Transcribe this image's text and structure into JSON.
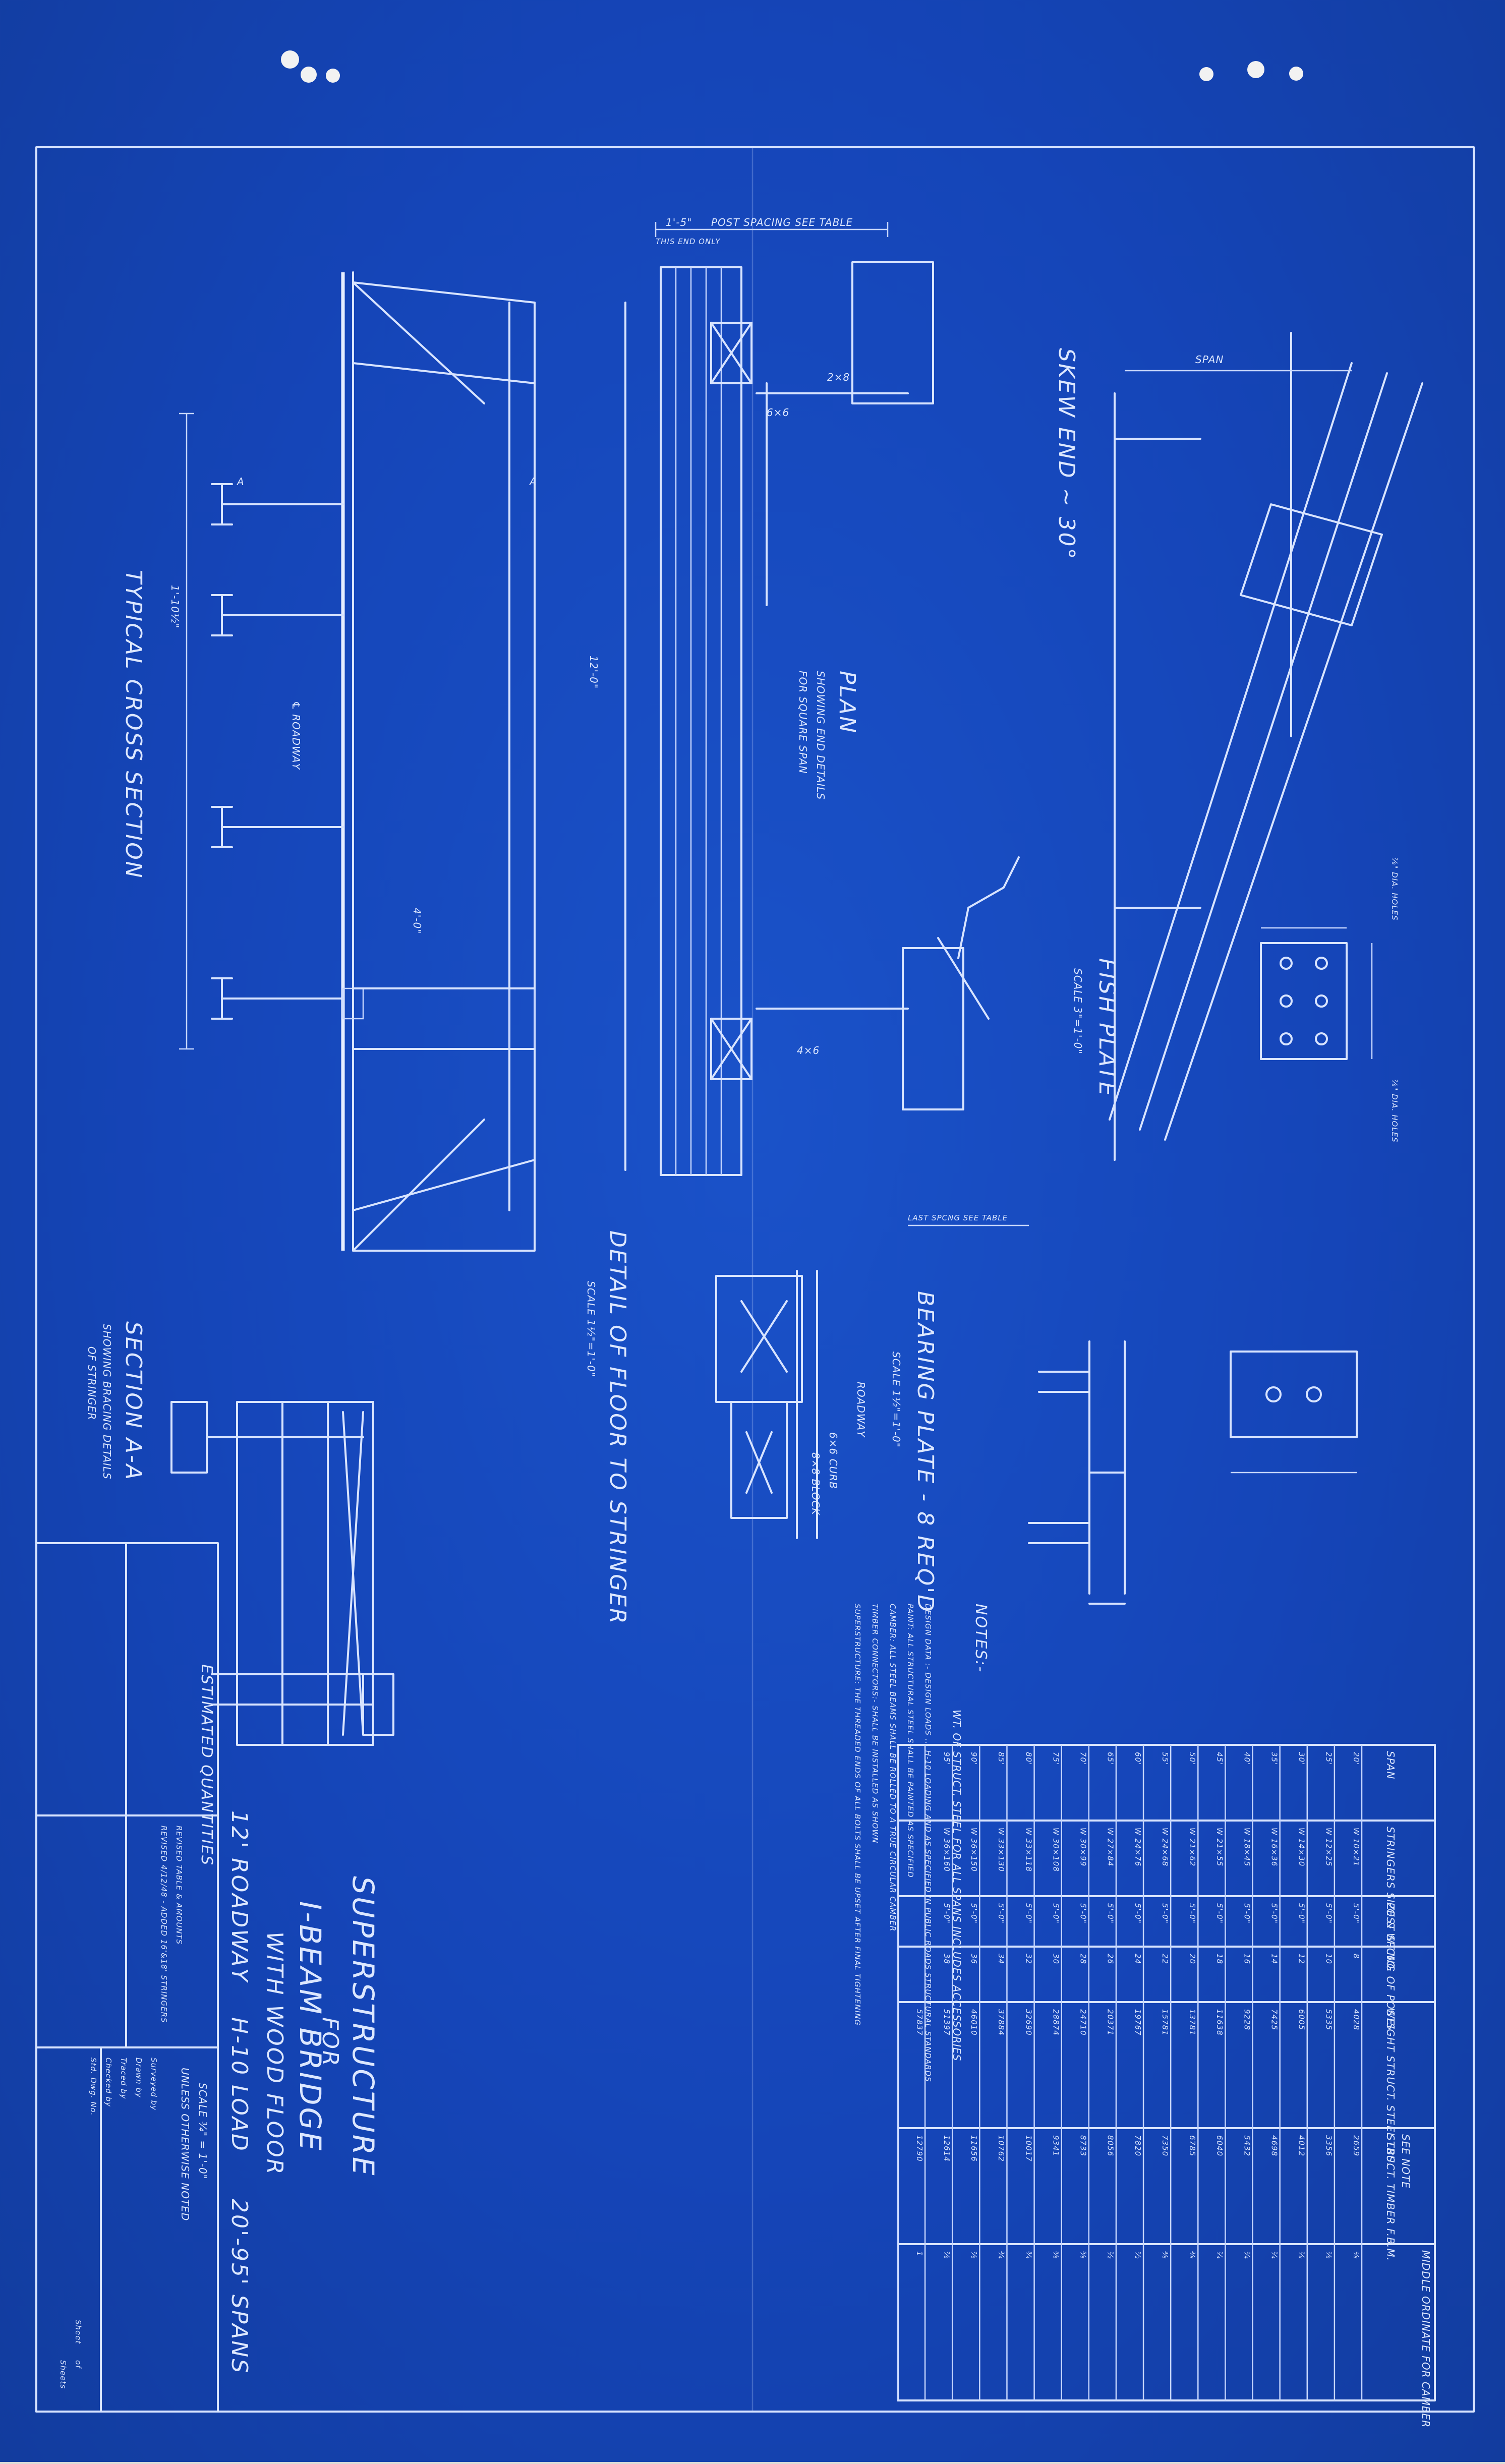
{
  "views": {
    "typical_cross_section": "TYPICAL CROSS SECTION",
    "plan": "PLAN",
    "plan_sub1": "SHOWING END DETAILS",
    "plan_sub2": "FOR SQUARE SPAN",
    "skew_end": "SKEW END ~ 30°",
    "fish_plate": "FISH PLATE",
    "fish_plate_scale": "SCALE 3\"=1'-0\"",
    "bearing_plate": "BEARING PLATE - 8 REQ'D",
    "bearing_plate_scale": "SCALE 1½\"=1'-0\"",
    "detail_floor": "DETAIL OF FLOOR TO STRINGER",
    "detail_floor_scale": "SCALE 1½\"=1'-0\"",
    "section_aa": "SECTION A-A",
    "section_aa_sub1": "SHOWING BRACING DETAILS",
    "section_aa_sub2": "OF STRINGER"
  },
  "dimension_labels": {
    "post_spacing": "POST SPACING SEE TABLE",
    "post_dim": "1'-5\"",
    "this_end_only": "THIS END ONLY",
    "roadway": "℄ ROADWAY",
    "dim_12_0": "12'-0\"",
    "dim_4_0": "4'-0\"",
    "dim_10_1_2": "1'-10½\"",
    "span": "SPAN",
    "two_by_eight": "2×8",
    "six_by_six": "6×6",
    "four_by_six": "4×6",
    "dia_holes": "⅞\" DIA. HOLES",
    "last_spcng": "LAST SPCNG SEE TABLE",
    "roadway_plain": "ROADWAY",
    "six_x_6_curb": "6×6 CURB",
    "eight_x_8_block": "8×8 BLOCK",
    "section_mark": "A"
  },
  "notes": {
    "heading": "NOTES:-",
    "wt_steel": "WT. OF STRUCT. STEEL FOR ALL SPANS INCLUDES ACCESSORIES",
    "design_data": "DESIGN DATA :- DESIGN LOADS ... H-10 LOADING AND AS SPECIFIED IN PUBLIC ROADS STRUCTURAL STANDARDS",
    "paint": "PAINT: ALL STRUCTURAL STEEL SHALL BE PAINTED AS SPECIFIED",
    "camber": "CAMBER: ALL STEEL BEAMS SHALL BE ROLLED TO A TRUE CIRCULAR CAMBER",
    "timber": "TIMBER CONNECTORS:- SHALL BE INSTALLED AS SHOWN",
    "superstructure": "SUPERSTRUCTURE: THE THREADED ENDS OF ALL BOLTS SHALL BE UPSET AFTER FINAL TIGHTENING"
  },
  "span_table": {
    "headers": [
      "SPAN",
      "STRINGERS SIZE & WT.",
      "POST SPCNG",
      "NO. OF POSTS",
      "WEIGHT STRUCT. STEEL LBS.",
      "STRUCT. TIMBER F.B.M.",
      "SEE NOTE",
      "MIDDLE ORDINATE FOR CAMBER"
    ],
    "rows": [
      [
        "20'",
        "W 10×21",
        "5'-0\"",
        "8",
        "4028",
        "2659",
        "⅛"
      ],
      [
        "25'",
        "W 12×25",
        "5'-0\"",
        "10",
        "5335",
        "3356",
        "⅛"
      ],
      [
        "30'",
        "W 14×30",
        "5'-0\"",
        "12",
        "6005",
        "4012",
        "⅛"
      ],
      [
        "35'",
        "W 16×36",
        "5'-0\"",
        "14",
        "7425",
        "4698",
        "¼"
      ],
      [
        "40'",
        "W 18×45",
        "5'-0\"",
        "16",
        "9228",
        "5432",
        "¼"
      ],
      [
        "45'",
        "W 21×55",
        "5'-0\"",
        "18",
        "11638",
        "6040",
        "¼"
      ],
      [
        "50'",
        "W 21×62",
        "5'-0\"",
        "20",
        "13781",
        "6785",
        "⅜"
      ],
      [
        "55'",
        "W 24×68",
        "5'-0\"",
        "22",
        "15781",
        "7350",
        "⅜"
      ],
      [
        "60'",
        "W 24×76",
        "5'-0\"",
        "24",
        "19767",
        "7820",
        "½"
      ],
      [
        "65'",
        "W 27×84",
        "5'-0\"",
        "26",
        "20371",
        "8056",
        "½"
      ],
      [
        "70'",
        "W 30×99",
        "5'-0\"",
        "28",
        "24710",
        "8733",
        "⅝"
      ],
      [
        "75'",
        "W 30×108",
        "5'-0\"",
        "30",
        "28874",
        "9341",
        "⅝"
      ],
      [
        "80'",
        "W 33×118",
        "5'-0\"",
        "32",
        "32690",
        "10017",
        "¾"
      ],
      [
        "85'",
        "W 33×130",
        "5'-0\"",
        "34",
        "37884",
        "10762",
        "¾"
      ],
      [
        "90'",
        "W 36×150",
        "5'-0\"",
        "36",
        "46010",
        "11656",
        "⅞"
      ],
      [
        "95'",
        "W 36×160",
        "5'-0\"",
        "38",
        "51397",
        "12614",
        "⅞"
      ],
      [
        "",
        "",
        "",
        "",
        "57837",
        "12790",
        "1"
      ]
    ]
  },
  "title_block": {
    "title_1": "SUPERSTRUCTURE",
    "title_2": "FOR",
    "title_3": "I-BEAM BRIDGE",
    "title_4": "WITH WOOD FLOOR",
    "roadway": "12' ROADWAY",
    "load": "H-10 LOAD",
    "spans": "20'-95' SPANS",
    "scale": "SCALE ¾\" = 1'-0\"",
    "unless": "UNLESS OTHERWISE NOTED",
    "estimated": "ESTIMATED QUANTITIES",
    "revised_1": "REVISED TABLE & AMOUNTS",
    "revised_2": "REVISED 4/12/48 - ADDED 16'&18' STRINGERS",
    "surveyed": "Surveyed by",
    "drawn": "Drawn by",
    "traced": "Traced by",
    "checked": "Checked by",
    "std_dwg": "Std. Dwg. No.",
    "sheet": "Sheet",
    "of": "of",
    "sheets": "Sheets"
  }
}
